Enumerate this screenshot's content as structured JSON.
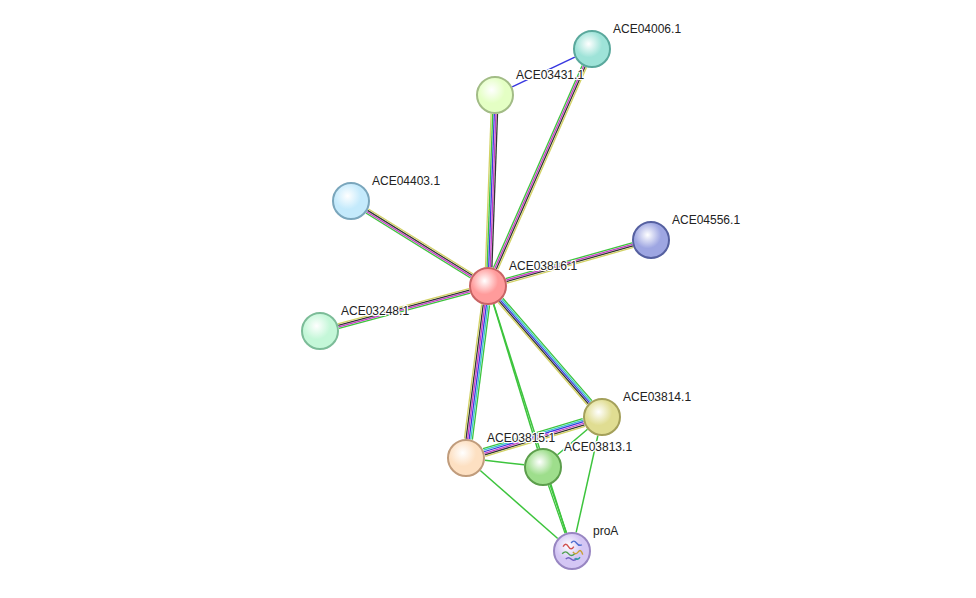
{
  "diagram": {
    "nodes": [
      {
        "text": [
          "ACE04006.1"
        ]
      },
      {
        "text": [
          "ACE03431.1"
        ]
      },
      {
        "text": [
          "ACE04403.1"
        ]
      },
      {
        "text": [
          "ACE04556.1"
        ]
      },
      {
        "text": [
          "ACE03816.1"
        ]
      },
      {
        "text": [
          "ACE03248.1"
        ]
      },
      {
        "text": [
          "ACE03814.1"
        ]
      },
      {
        "text": [
          "ACE03815.1"
        ]
      },
      {
        "text": [
          "ACE03813.1"
        ]
      },
      {
        "text": [
          "proA"
        ]
      }
    ],
    "edges": [
      {
        "from": 1,
        "to": 0,
        "arrow": "none"
      },
      {
        "from": 4,
        "to": 0,
        "arrow": "none"
      },
      {
        "from": 4,
        "to": 1,
        "arrow": "none"
      },
      {
        "from": 4,
        "to": 2,
        "arrow": "none"
      },
      {
        "from": 4,
        "to": 3,
        "arrow": "none"
      },
      {
        "from": 4,
        "to": 5,
        "arrow": "none"
      },
      {
        "from": 4,
        "to": 6,
        "arrow": "none"
      },
      {
        "from": 4,
        "to": 7,
        "arrow": "none"
      },
      {
        "from": 4,
        "to": 8,
        "arrow": "none"
      },
      {
        "from": 4,
        "to": 9,
        "arrow": "none"
      },
      {
        "from": 7,
        "to": 6,
        "arrow": "none"
      },
      {
        "from": 7,
        "to": 8,
        "arrow": "none"
      },
      {
        "from": 7,
        "to": 9,
        "arrow": "none"
      },
      {
        "from": 8,
        "to": 6,
        "arrow": "none"
      },
      {
        "from": 8,
        "to": 9,
        "arrow": "none"
      },
      {
        "from": 6,
        "to": 9,
        "arrow": "none"
      }
    ]
  }
}
